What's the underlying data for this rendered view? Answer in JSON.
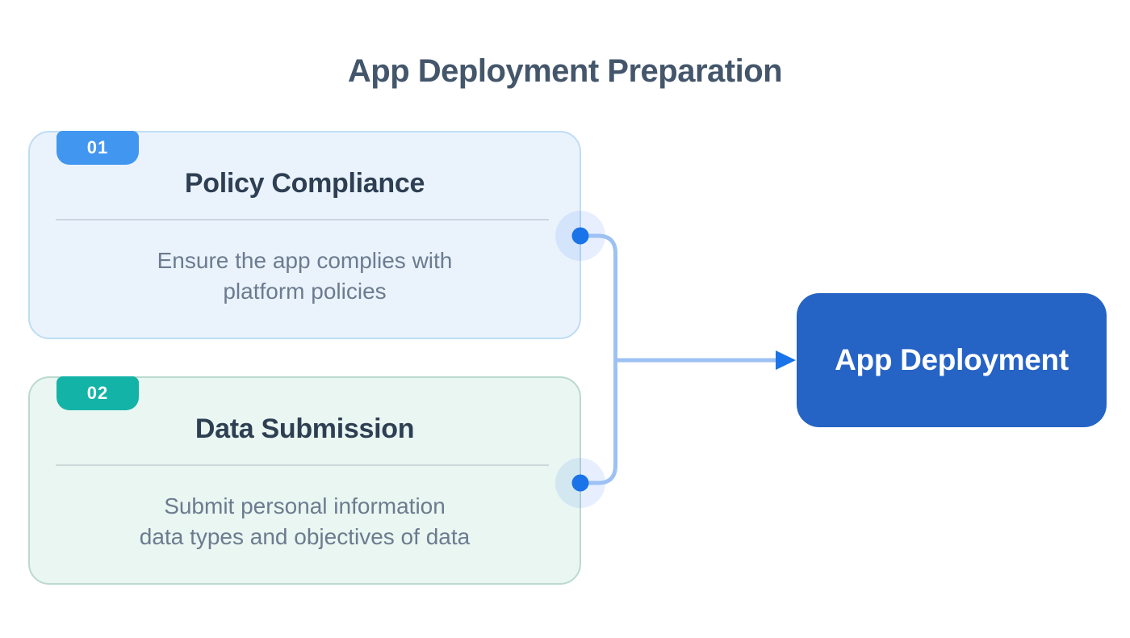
{
  "page": {
    "title": "App Deployment Preparation",
    "title_color": "#44566B",
    "background": "#FFFFFF"
  },
  "steps": [
    {
      "number": "01",
      "title": "Policy Compliance",
      "description_line1": "Ensure the app complies with",
      "description_line2": "platform policies",
      "badge_color": "#4196F0",
      "card_background": "#EAF3FC",
      "card_border": "#BEDDF4"
    },
    {
      "number": "02",
      "title": "Data Submission",
      "description_line1": "Submit personal information",
      "description_line2": "data types and objectives of data",
      "badge_color": "#13B3A8",
      "card_background": "#E9F6F1",
      "card_border": "#BCD9CF"
    }
  ],
  "result": {
    "label": "App Deployment",
    "background": "#2563C4",
    "text_color": "#FFFFFF"
  },
  "connector": {
    "line_color": "#9DC1F3",
    "dot_color": "#1A73E8",
    "dot_halo_color": "#4285F4",
    "arrow_color": "#1A73E8"
  }
}
